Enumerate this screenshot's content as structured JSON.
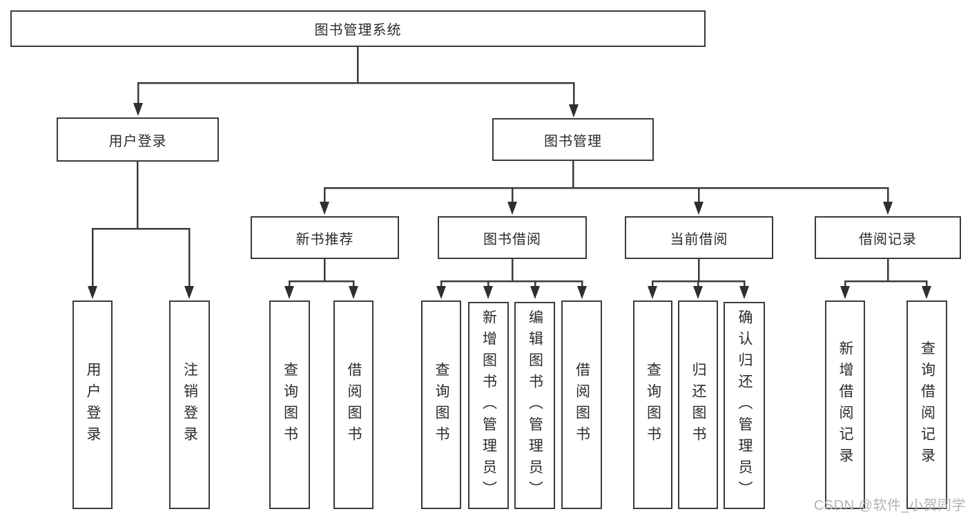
{
  "tree": {
    "root": {
      "label": "图书管理系统"
    },
    "level1": [
      {
        "label": "用户登录",
        "children": [
          "用户登录",
          "注销登录"
        ]
      },
      {
        "label": "图书管理"
      }
    ],
    "level2": [
      {
        "label": "新书推荐",
        "children": [
          "查询图书",
          "借阅图书"
        ]
      },
      {
        "label": "图书借阅",
        "children": [
          "查询图书",
          "新增图书（管理员）",
          "编辑图书（管理员）",
          "借阅图书"
        ]
      },
      {
        "label": "当前借阅",
        "children": [
          "查询图书",
          "归还图书",
          "确认归还（管理员）"
        ]
      },
      {
        "label": "借阅记录",
        "children": [
          "新增借阅记录",
          "查询借阅记录"
        ]
      }
    ]
  },
  "watermark": "CSDN @软件_小贺同学",
  "colors": {
    "line": "#3a3a3a",
    "arrow": "#2f2f2f",
    "text": "#2b2b2b",
    "watermark": "#b3b3b3",
    "background": "#ffffff"
  }
}
